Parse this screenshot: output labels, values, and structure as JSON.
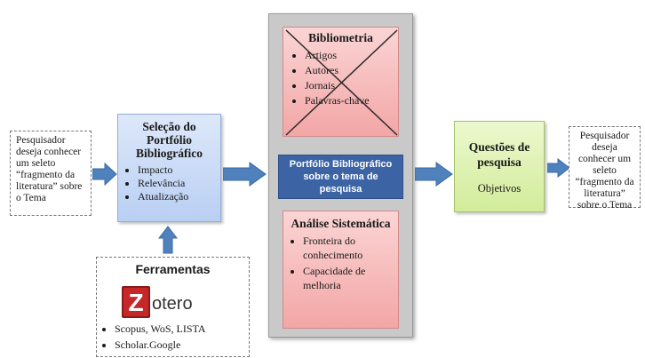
{
  "left_note": {
    "text": "Pesquisador deseja conhecer um seleto “fragmento da literatura” sobre o Tema"
  },
  "right_note": {
    "text": "Pesquisador deseja conhecer um seleto “fragmento da literatura” sobre o Tema"
  },
  "selection": {
    "title": "Seleção do Portfólio Bibliográfico",
    "items": [
      "Impacto",
      "Relevância",
      "Atualização"
    ]
  },
  "tools": {
    "title": "Ferramentas",
    "logo_text": "otero",
    "logo_letter": "Z",
    "items": [
      "Scopus, WoS, LISTA",
      "Scholar.Google"
    ]
  },
  "bibliometria": {
    "title": "Bibliometria",
    "items": [
      "Artigos",
      "Autores",
      "Jornais",
      "Palavras-chave"
    ]
  },
  "portfolio": {
    "text": "Portfólio Bibliográfico sobre o tema de pesquisa"
  },
  "analise": {
    "title": "Análise Sistemática",
    "items": [
      "Fronteira do conhecimento",
      "Capacidade de melhoria"
    ]
  },
  "questions": {
    "title": "Questões de pesquisa",
    "subtitle": "Objetivos"
  },
  "colors": {
    "arrow": "#4f81bd",
    "arrow_border": "#3a6aa3",
    "zotero_red": "#c62828",
    "portfolio_blue": "#3c64a4"
  }
}
